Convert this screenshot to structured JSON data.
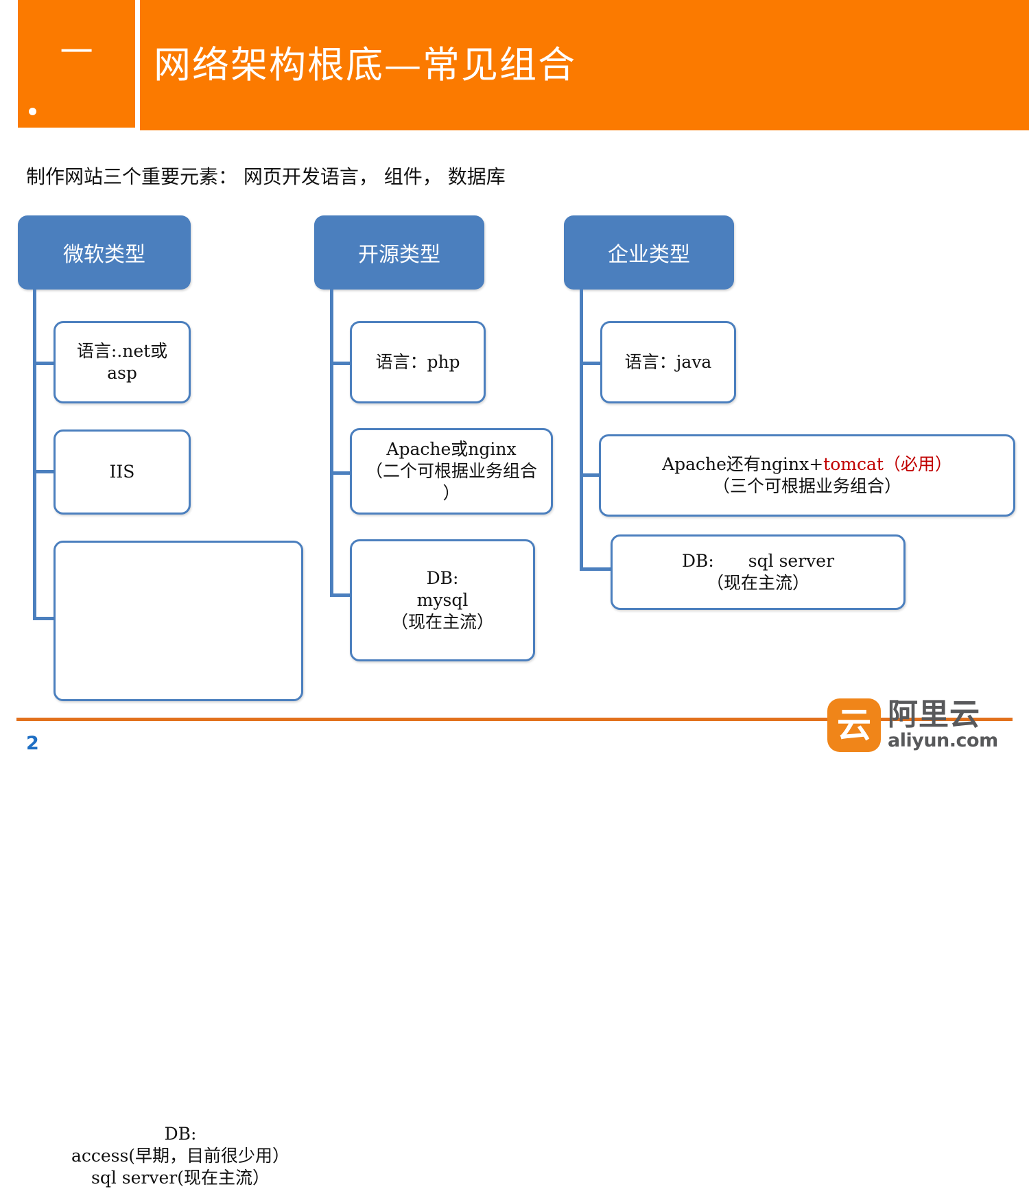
{
  "header": {
    "number": "一",
    "title": "网络架构根底—常见组合",
    "bullet_icon": "bullet-dot"
  },
  "intro": "制作网站三个重要元素： 网页开发语言， 组件， 数据库",
  "colors": {
    "header_orange": "#FB7A00",
    "category_blue": "#4B7FBE",
    "node_border": "#4B7FBE",
    "accent_red": "#C00000",
    "footer_rule": "#E2711D",
    "page_number_blue": "#1F6FC4",
    "logo_orange": "#F08519",
    "logo_gray": "#58595B"
  },
  "columns": [
    {
      "category": "微软类型",
      "nodes": [
        {
          "lines": [
            "语言:.net或",
            "asp"
          ]
        },
        {
          "lines": [
            "IIS"
          ]
        },
        {
          "lines": [
            "DB:",
            "access(早期，目前很少用）",
            "sql server(现在主流）"
          ]
        }
      ]
    },
    {
      "category": "开源类型",
      "nodes": [
        {
          "lines": [
            "语言：php"
          ]
        },
        {
          "lines": [
            "Apache或nginx",
            "（二个可根据业务组合",
            "）"
          ]
        },
        {
          "lines": [
            "DB:",
            "mysql",
            "（现在主流）"
          ]
        }
      ]
    },
    {
      "category": "企业类型",
      "nodes": [
        {
          "lines": [
            "语言：java"
          ]
        },
        {
          "lines_rich": [
            {
              "parts": [
                {
                  "text": "Apache还有nginx+",
                  "color": "black"
                },
                {
                  "text": "tomcat（必用）",
                  "color": "red"
                }
              ]
            },
            {
              "parts": [
                {
                  "text": "（三个可根据业务组合）",
                  "color": "black"
                }
              ]
            }
          ]
        },
        {
          "lines": [
            "DB:　　sql server",
            "（现在主流）"
          ]
        }
      ]
    }
  ],
  "footer": {
    "page_number": "2",
    "logo": {
      "mark_glyph": "云",
      "brand_cn": "阿里云",
      "brand_en": "aliyun.com"
    }
  }
}
